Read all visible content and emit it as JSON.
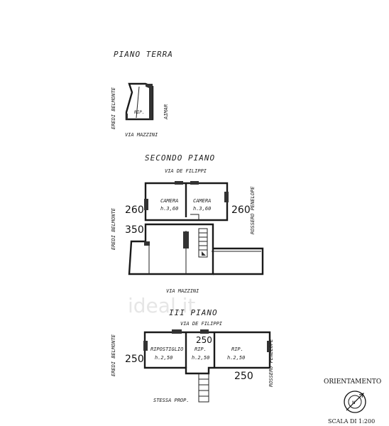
{
  "ground_floor": {
    "title": "PIANO   TERRA",
    "left_label": "EREDI BELMONTE",
    "right_label": "AIMAR",
    "street": "VIA MAZZINI",
    "room": "RIP."
  },
  "second_floor": {
    "title": "SECONDO  PIANO",
    "street_top": "VIA DE FILIPPI",
    "street_bottom": "VIA MAZZINI",
    "left_label": "EREDI BELMONTE",
    "right_label": "ROSSERO PENELOPE",
    "rooms": [
      {
        "name": "CAMERA",
        "height": "h.3,60"
      },
      {
        "name": "CAMERA",
        "height": "h.3,60"
      }
    ],
    "dims": {
      "left": "260",
      "right": "260",
      "mid": "350"
    }
  },
  "third_floor": {
    "title": "III  PIANO",
    "street_top": "VIA DE FILIPPI",
    "left_label": "EREDI BELMONTE",
    "right_label": "ROSSERO PENELOPE",
    "bottom_label": "STESSA PROP.",
    "rooms": [
      {
        "name": "RIPOSTIGLIO",
        "height": "h.2,50"
      },
      {
        "name": "RIP.",
        "height": "h.2,50"
      },
      {
        "name": "RIP.",
        "height": "h.2,50"
      }
    ],
    "dims": {
      "top": "250",
      "left": "250",
      "right": "250"
    }
  },
  "orientation": {
    "title": "ORIENTAMENTO",
    "scale": "SCALA DI 1:200"
  },
  "watermark": "ideal.it"
}
